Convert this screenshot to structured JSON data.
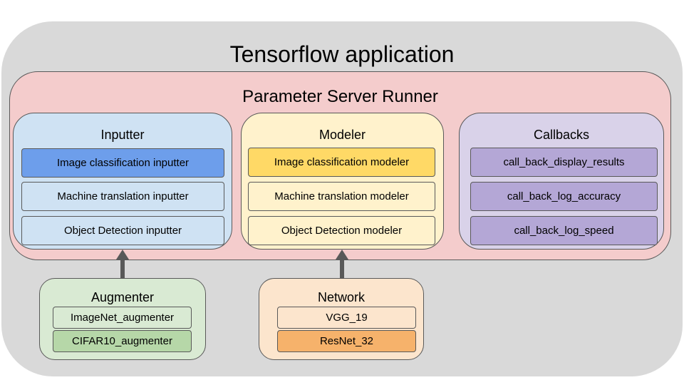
{
  "title": "Tensorflow application",
  "runner": {
    "title": "Parameter Server Runner",
    "inputter": {
      "title": "Inputter",
      "items": [
        "Image classification inputter",
        "Machine translation inputter",
        "Object Detection inputter"
      ]
    },
    "modeler": {
      "title": "Modeler",
      "items": [
        "Image classification modeler",
        "Machine translation modeler",
        "Object Detection modeler"
      ]
    },
    "callbacks": {
      "title": "Callbacks",
      "items": [
        "call_back_display_results",
        "call_back_log_accuracy",
        "call_back_log_speed"
      ]
    }
  },
  "augmenter": {
    "title": "Augmenter",
    "items": [
      "ImageNet_augmenter",
      "CIFAR10_augmenter"
    ]
  },
  "network": {
    "title": "Network",
    "items": [
      "VGG_19",
      "ResNet_32"
    ]
  },
  "colors": {
    "app_bg": "#d9d9d9",
    "runner_bg": "#f4cccc",
    "inputter_bg": "#cfe2f3",
    "inputter_selected": "#6d9eeb",
    "modeler_bg": "#fff2cc",
    "modeler_selected": "#ffd966",
    "callbacks_bg": "#d9d2e9",
    "callbacks_item": "#b4a7d6",
    "augmenter_bg": "#d9ead3",
    "augmenter_selected": "#b6d7a8",
    "network_bg": "#fce5cd",
    "network_selected": "#f6b26b",
    "border": "#595959"
  }
}
